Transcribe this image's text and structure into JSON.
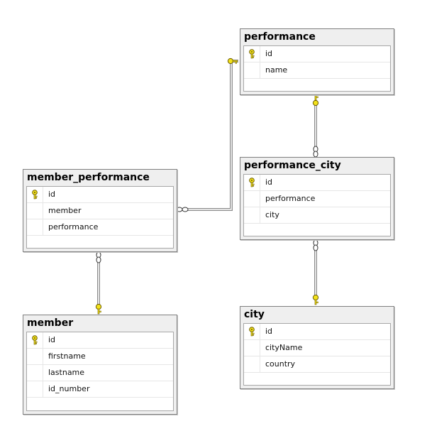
{
  "tables": {
    "performance": {
      "title": "performance",
      "columns": [
        {
          "name": "id",
          "primary_key": true
        },
        {
          "name": "name",
          "primary_key": false
        }
      ]
    },
    "performance_city": {
      "title": "performance_city",
      "columns": [
        {
          "name": "id",
          "primary_key": true
        },
        {
          "name": "performance",
          "primary_key": false
        },
        {
          "name": "city",
          "primary_key": false
        }
      ]
    },
    "member_performance": {
      "title": "member_performance",
      "columns": [
        {
          "name": "id",
          "primary_key": true
        },
        {
          "name": "member",
          "primary_key": false
        },
        {
          "name": "performance",
          "primary_key": false
        }
      ]
    },
    "member": {
      "title": "member",
      "columns": [
        {
          "name": "id",
          "primary_key": true
        },
        {
          "name": "firstname",
          "primary_key": false
        },
        {
          "name": "lastname",
          "primary_key": false
        },
        {
          "name": "id_number",
          "primary_key": false
        }
      ]
    },
    "city": {
      "title": "city",
      "columns": [
        {
          "name": "id",
          "primary_key": true
        },
        {
          "name": "cityName",
          "primary_key": false
        },
        {
          "name": "country",
          "primary_key": false
        }
      ]
    }
  },
  "relationships": [
    {
      "from": "member_performance",
      "to": "performance",
      "one_end": "performance",
      "many_end": "member_performance"
    },
    {
      "from": "performance_city",
      "to": "performance",
      "one_end": "performance",
      "many_end": "performance_city"
    },
    {
      "from": "performance_city",
      "to": "city",
      "one_end": "city",
      "many_end": "performance_city"
    },
    {
      "from": "member_performance",
      "to": "member",
      "one_end": "member",
      "many_end": "member_performance"
    }
  ],
  "colors": {
    "key_fill": "#f3e21b",
    "key_stroke": "#6a5a00",
    "connector": "#8c8c8c",
    "table_frame": "#efefef",
    "table_border": "#7f7f7f"
  },
  "icons": {
    "primary_key": "key-icon",
    "one_end": "key-connector-icon",
    "many_end": "infinity-connector-icon"
  }
}
